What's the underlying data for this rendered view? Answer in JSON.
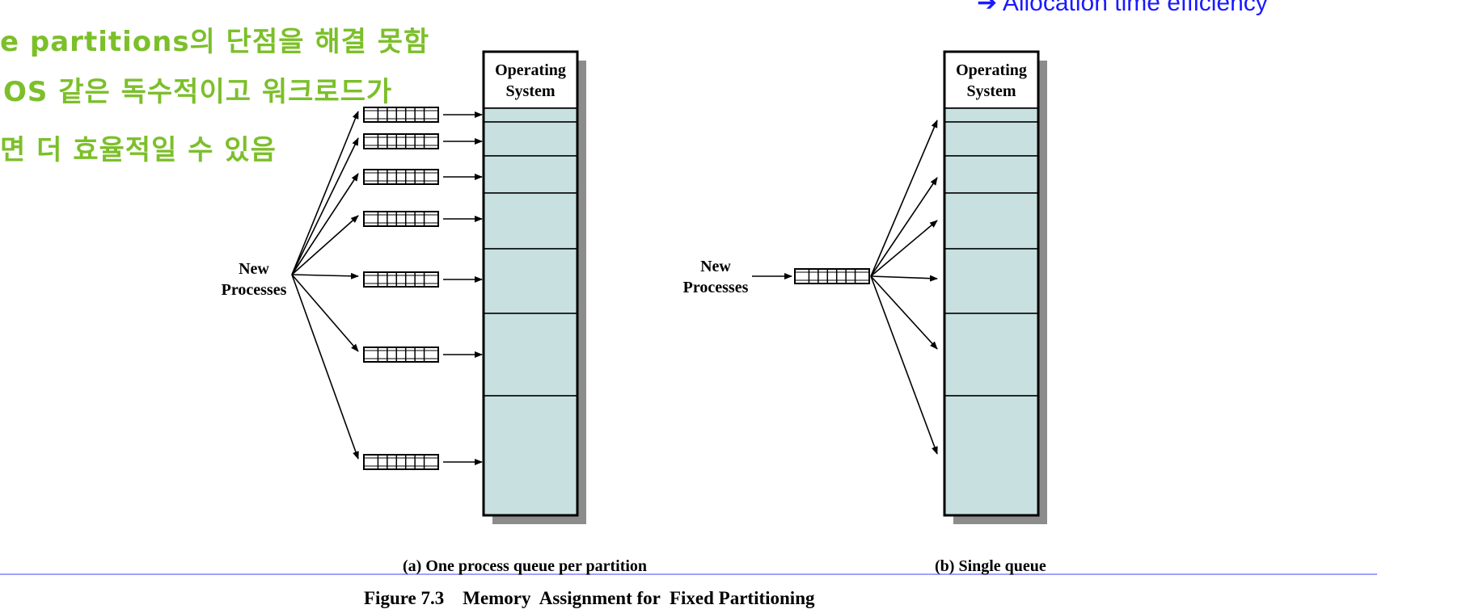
{
  "annotations": {
    "handwritten_line1": "e partitions의 단점을 해결 못함",
    "handwritten_line2": "OS 같은 독수적이고 워크로드가",
    "handwritten_line3": "면 더 효율적일 수 있음",
    "typed_note": "➔ Allocation time efficiency",
    "colors": {
      "handwriting": "#7cbf2a",
      "typed_note": "#1a1aff",
      "rule": "#8080ff"
    }
  },
  "diagram": {
    "panel_a": {
      "source_label_line1": "New",
      "source_label_line2": "Processes",
      "memory_header_line1": "Operating",
      "memory_header_line2": "System",
      "caption": "(a) One process queue per partition",
      "queue_count": 7,
      "partition_count": 7
    },
    "panel_b": {
      "source_label_line1": "New",
      "source_label_line2": "Processes",
      "memory_header_line1": "Operating",
      "memory_header_line2": "System",
      "caption": "(b) Single queue",
      "queue_count": 1,
      "partition_count": 7
    },
    "figure_caption": "Figure 7.3    Memory  Assignment for  Fixed Partitioning",
    "colors": {
      "partition_fill": "#c9e0e0",
      "shadow": "#8c8c8c",
      "stroke": "#000000"
    }
  }
}
